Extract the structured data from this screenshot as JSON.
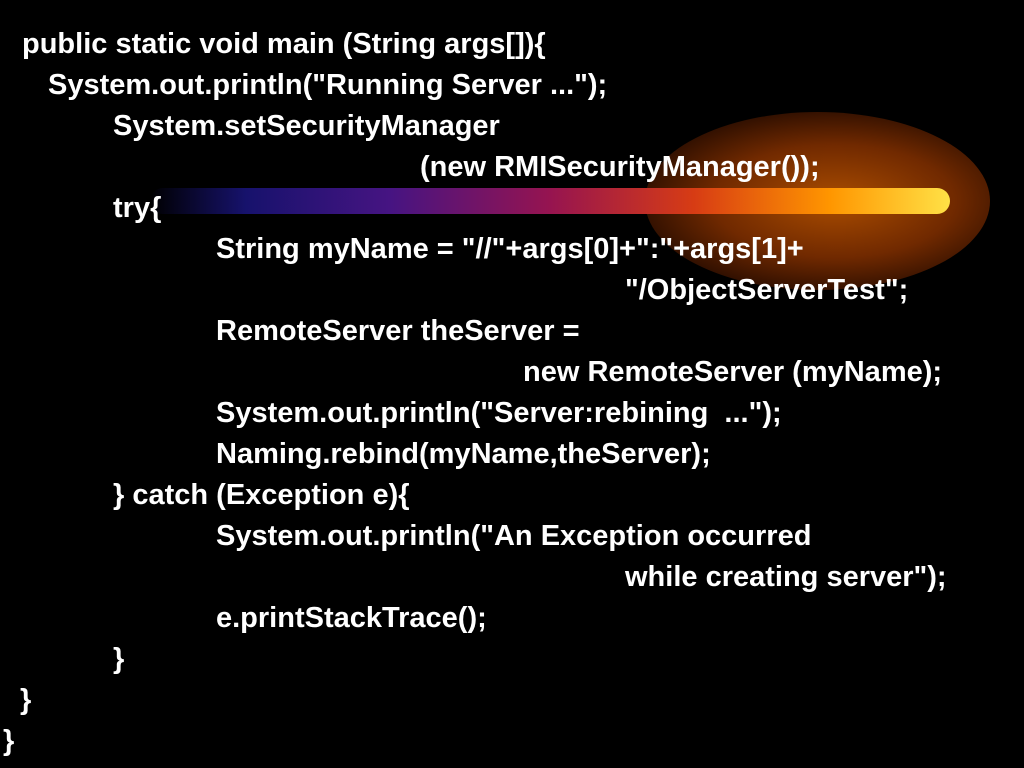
{
  "colors": {
    "background": "#000000",
    "text": "#ffffff",
    "glow_start": "#1a1478",
    "glow_end": "#ffe046"
  },
  "code": {
    "l01": "public static void main (String args[]){",
    "l02": "System.out.println(\"Running Server ...\");",
    "l03": "System.setSecurityManager",
    "l04": "(new RMISecurityManager());",
    "l05": "try{",
    "l06": "String myName = \"//\"+args[0]+\":\"+args[1]+",
    "l07": "\"/ObjectServerTest\";",
    "l08": "RemoteServer theServer =",
    "l09": "new RemoteServer (myName);",
    "l10": "System.out.println(\"Server:rebining  ...\");",
    "l11": "Naming.rebind(myName,theServer);",
    "l12": "} catch (Exception e){",
    "l13": "System.out.println(\"An Exception occurred",
    "l14": "while creating server\");",
    "l15": "e.printStackTrace();",
    "l16": "}",
    "l17": "}",
    "l18": "}"
  }
}
